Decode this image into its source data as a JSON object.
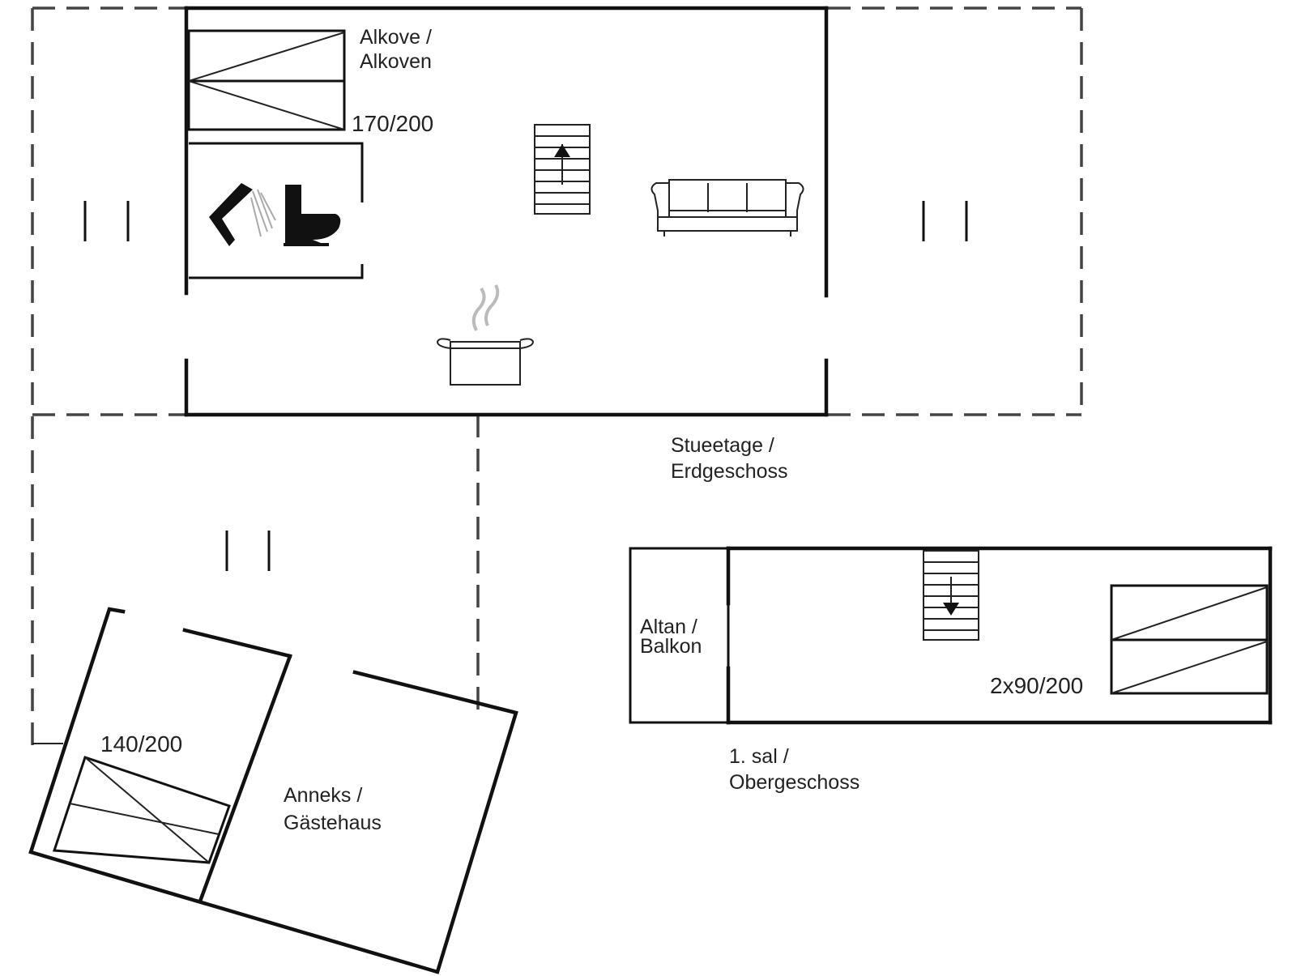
{
  "labels": {
    "alcove_line1": "Alkove /",
    "alcove_line2": "Alkoven",
    "alcove_bed": "170/200",
    "ground_floor_line1": "Stueetage /",
    "ground_floor_line2": "Erdgeschoss",
    "balcony_line1": "Altan /",
    "balcony_line2": "Balkon",
    "upper_bed": "2x90/200",
    "upper_floor_line1": "1. sal /",
    "upper_floor_line2": "Obergeschoss",
    "annex_bed": "140/200",
    "annex_line1": "Anneks /",
    "annex_line2": "Gästehaus"
  },
  "icons": [
    "bed-icon",
    "shower-icon",
    "toilet-icon",
    "staircase-up-icon",
    "staircase-down-icon",
    "sofa-icon",
    "cooking-pot-icon",
    "window-marker-icon"
  ],
  "colors": {
    "wall": "#111111",
    "dashed_outline": "#444444",
    "background": "#ffffff"
  }
}
